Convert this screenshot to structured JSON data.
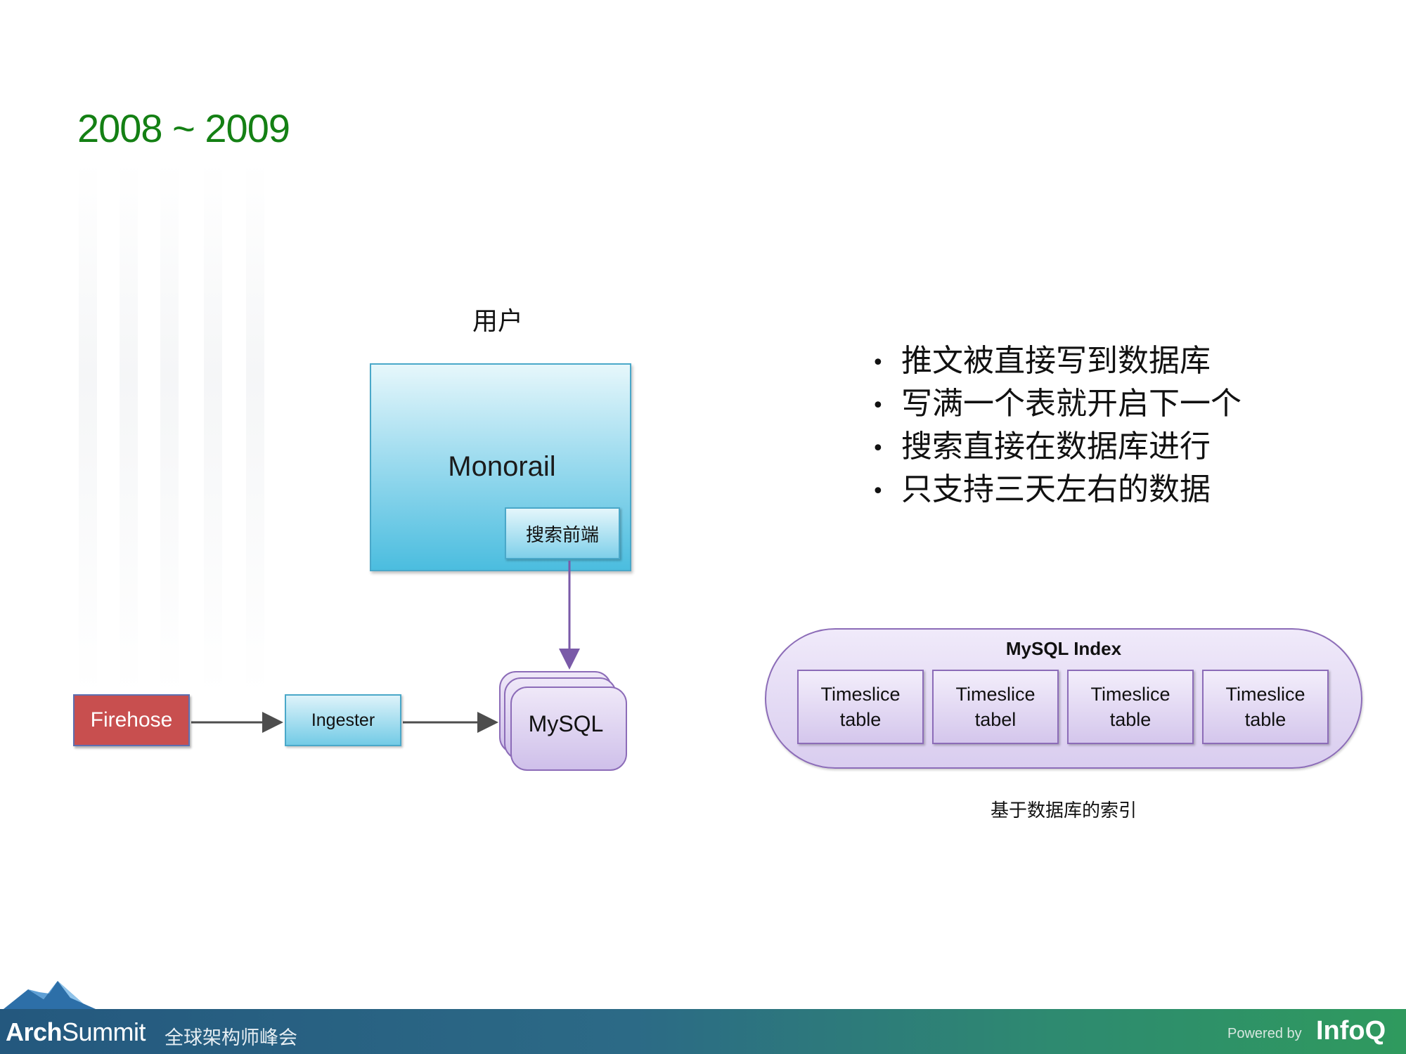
{
  "slide": {
    "title": "2008 ~ 2009",
    "colors": {
      "title": "#148014",
      "footer_start": "#24587e",
      "footer_end": "#2f9a5e",
      "firehose": "#c84f4f"
    }
  },
  "diagram": {
    "user_label": "用户",
    "monorail": {
      "label": "Monorail",
      "search_frontend": "搜索前端"
    },
    "firehose": "Firehose",
    "ingester": "Ingester",
    "mysql": "MySQL"
  },
  "bullets": [
    "推文被直接写到数据库",
    "写满一个表就开启下一个",
    "搜索直接在数据库进行",
    "只支持三天左右的数据"
  ],
  "index": {
    "title": "MySQL Index",
    "tables": [
      {
        "line1": "Timeslice",
        "line2": "table"
      },
      {
        "line1": "Timeslice",
        "line2": "tabel"
      },
      {
        "line1": "Timeslice",
        "line2": "table"
      },
      {
        "line1": "Timeslice",
        "line2": "table"
      }
    ],
    "caption": "基于数据库的索引"
  },
  "footer": {
    "brand_bold": "Arch",
    "brand_light": "Summit",
    "brand_sub": "全球架构师峰会",
    "powered_by": "Powered by",
    "infoq": "InfoQ"
  }
}
